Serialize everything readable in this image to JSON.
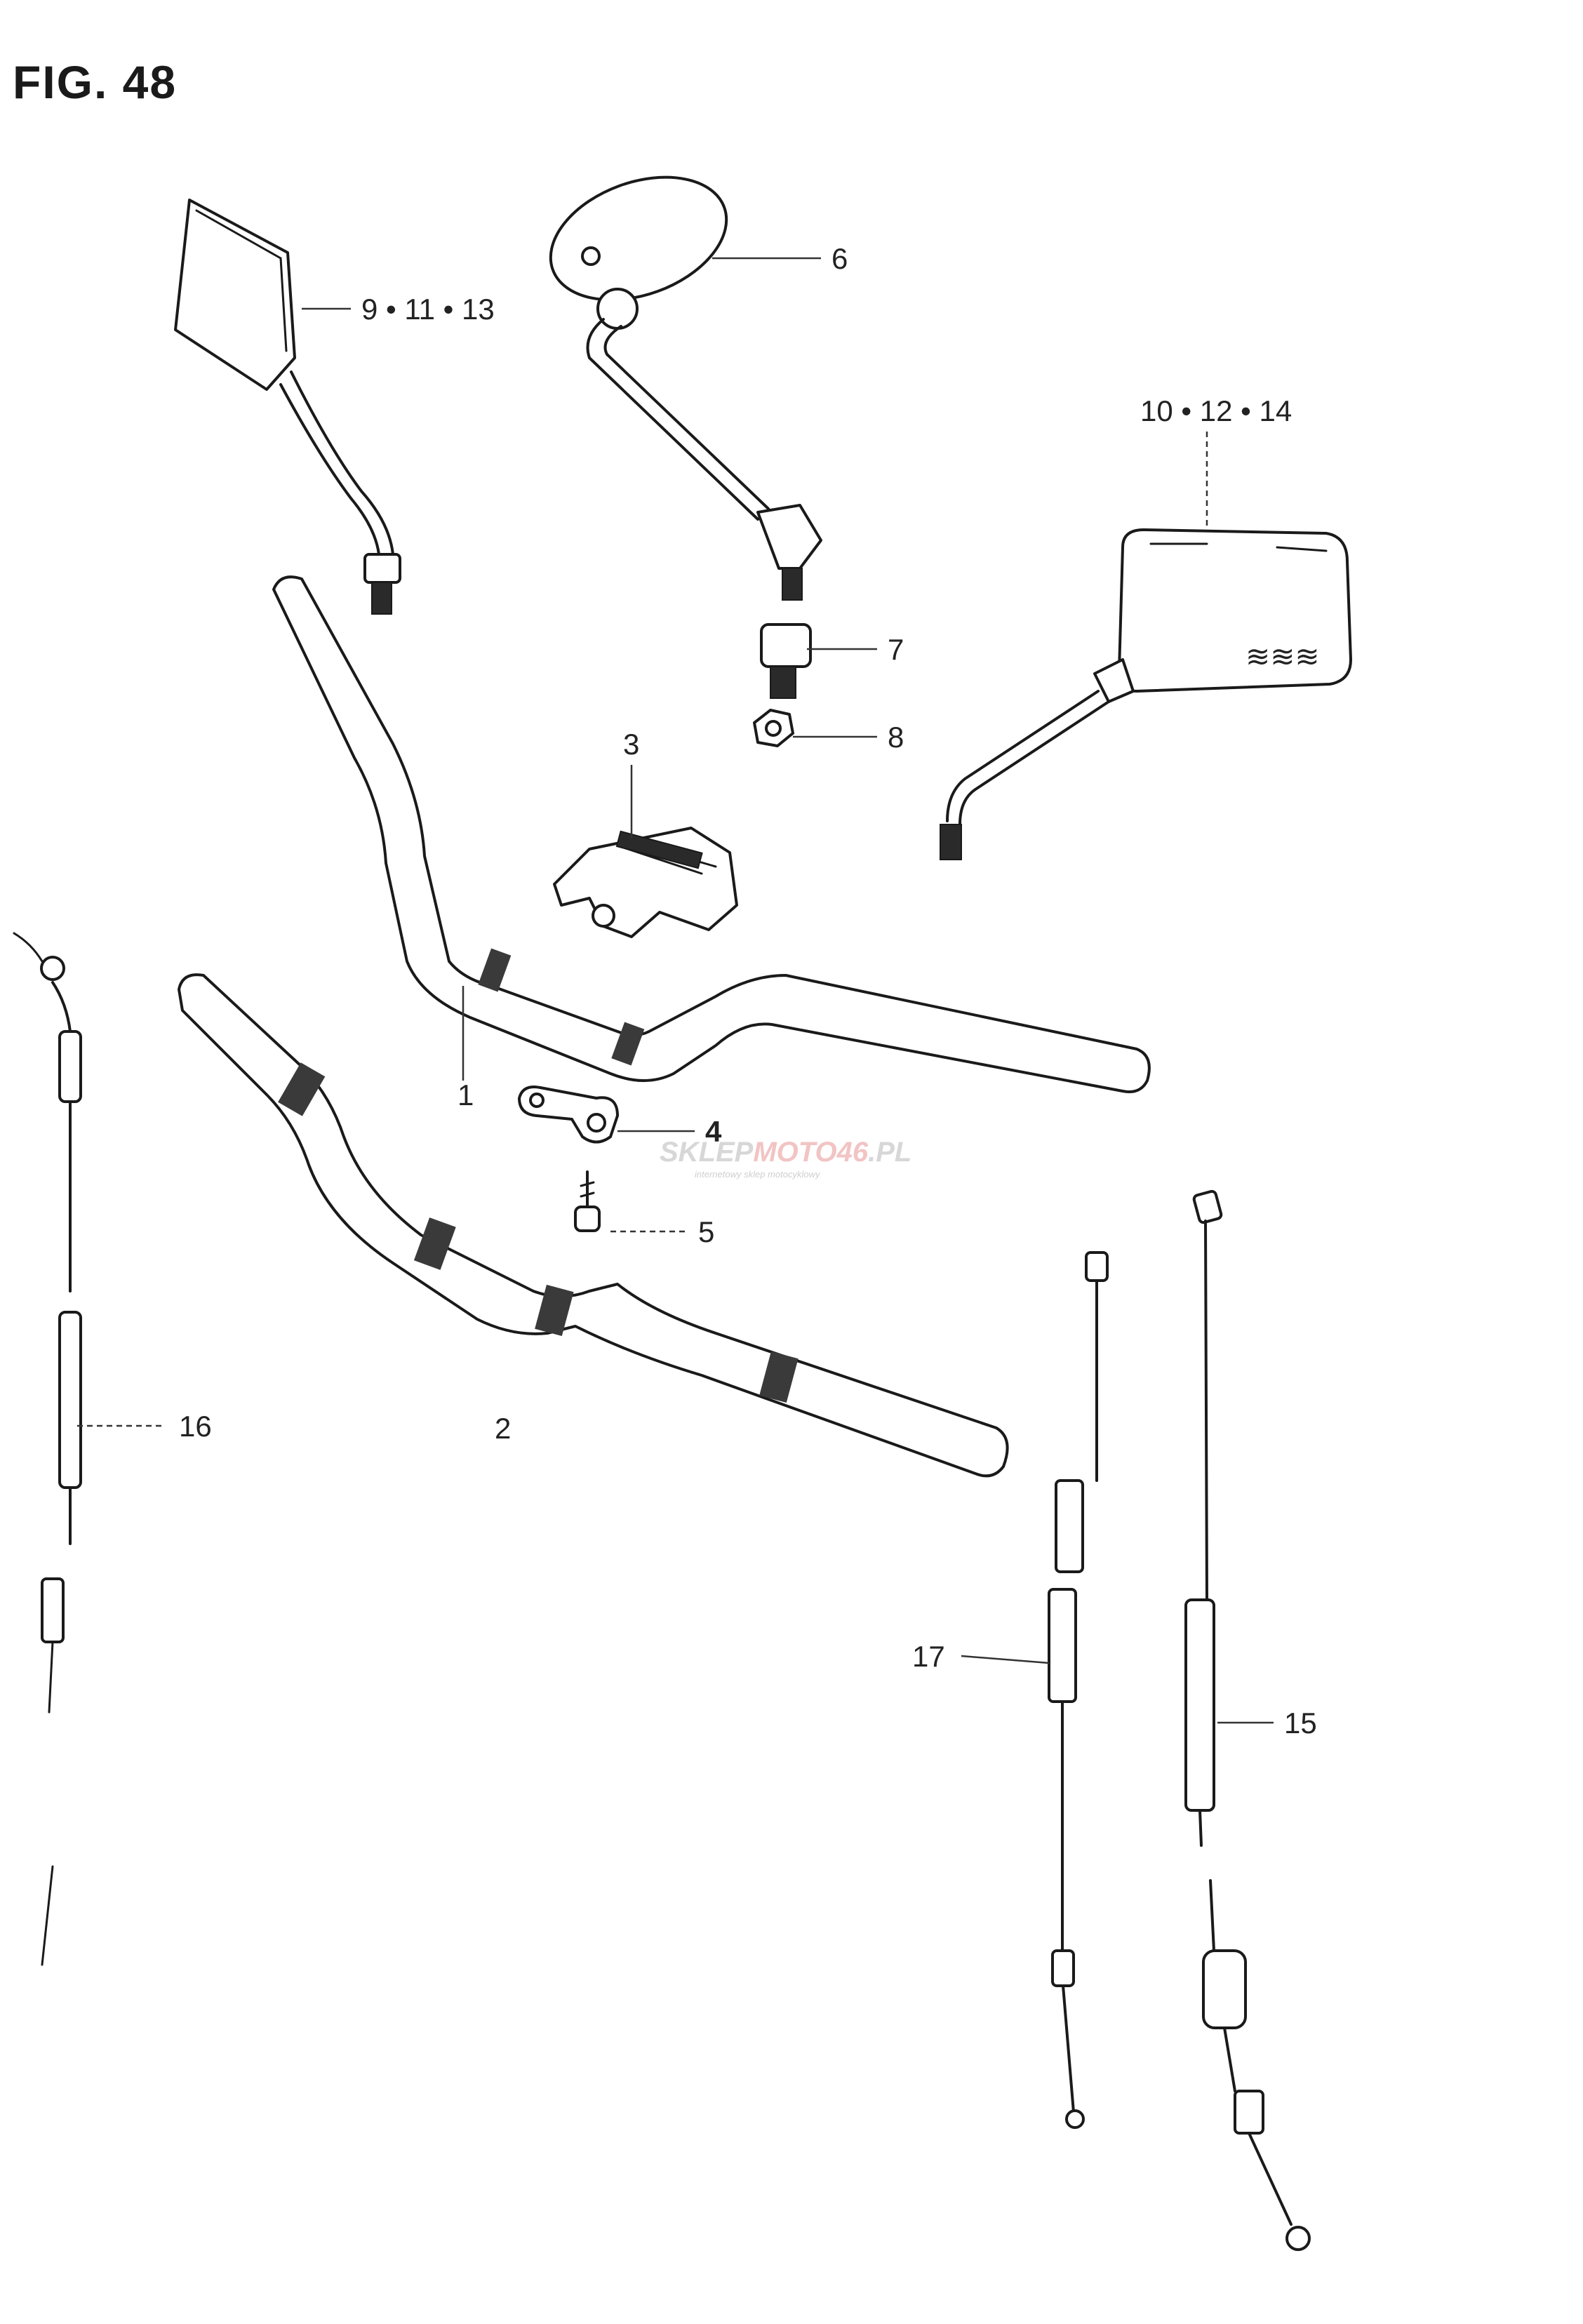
{
  "figure": {
    "title": "FIG. 48"
  },
  "callouts": {
    "c1": "1",
    "c2": "2",
    "c3": "3",
    "c4": "4",
    "c5": "5",
    "c6": "6",
    "c7": "7",
    "c8": "8",
    "c9": "9 • 11 • 13",
    "c10": "10 • 12 • 14",
    "c15": "15",
    "c16": "16",
    "c17": "17"
  },
  "watermark": {
    "part_a": "SKLEP",
    "part_b": "MOTO46",
    "part_c": ".PL",
    "subtitle": "internetowy sklep motocyklowy"
  },
  "colors": {
    "line": "#1a1a1a",
    "background": "#ffffff",
    "watermark_accent": "#f2c4c4"
  }
}
